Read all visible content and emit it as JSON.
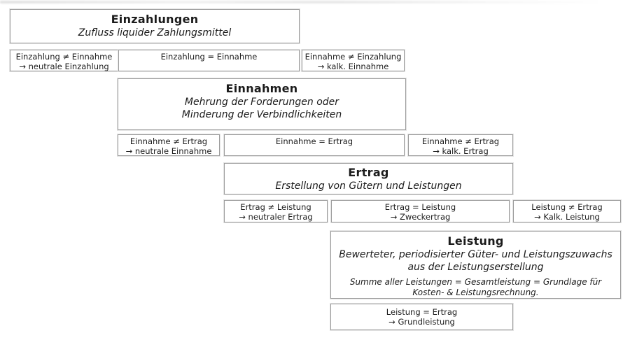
{
  "colors": {
    "border": "#9c9c9c",
    "text": "#1b1b1b",
    "background": "#ffffff"
  },
  "sections": {
    "einzahlungen": {
      "title": "Einzahlungen",
      "subtitle": [
        "Zufluss liquider Zahlungsmittel"
      ],
      "cells": {
        "left": [
          "Einzahlung ≠ Einnahme",
          "→ neutrale Einzahlung"
        ],
        "mid": [
          "Einzahlung = Einnahme"
        ],
        "right": [
          "Einnahme ≠ Einzahlung",
          "→ kalk. Einnahme"
        ]
      }
    },
    "einnahmen": {
      "title": "Einnahmen",
      "subtitle": [
        "Mehrung der Forderungen oder",
        "Minderung der Verbindlichkeiten"
      ],
      "cells": {
        "left": [
          "Einnahme ≠ Ertrag",
          "→ neutrale Einnahme"
        ],
        "mid": [
          "Einnahme = Ertrag"
        ],
        "right": [
          "Einnahme ≠ Ertrag",
          "→ kalk. Ertrag"
        ]
      }
    },
    "ertrag": {
      "title": "Ertrag",
      "subtitle": [
        "Erstellung von Gütern und Leistungen"
      ],
      "cells": {
        "left": [
          "Ertrag ≠ Leistung",
          "→ neutraler Ertrag"
        ],
        "mid": [
          "Ertrag = Leistung",
          "→ Zweckertrag"
        ],
        "right": [
          "Leistung ≠ Ertrag",
          "→ Kalk. Leistung"
        ]
      }
    },
    "leistung": {
      "title": "Leistung",
      "subtitle": [
        "Bewerteter, periodisierter Güter- und Leistungszuwachs",
        "aus der Leistungserstellung"
      ],
      "note": [
        "Summe aller Leistungen = Gesamtleistung =  Grundlage für",
        "Kosten- & Leistungsrechnung."
      ],
      "cells": {
        "bottom": [
          "Leistung = Ertrag",
          "→ Grundleistung"
        ]
      }
    }
  }
}
